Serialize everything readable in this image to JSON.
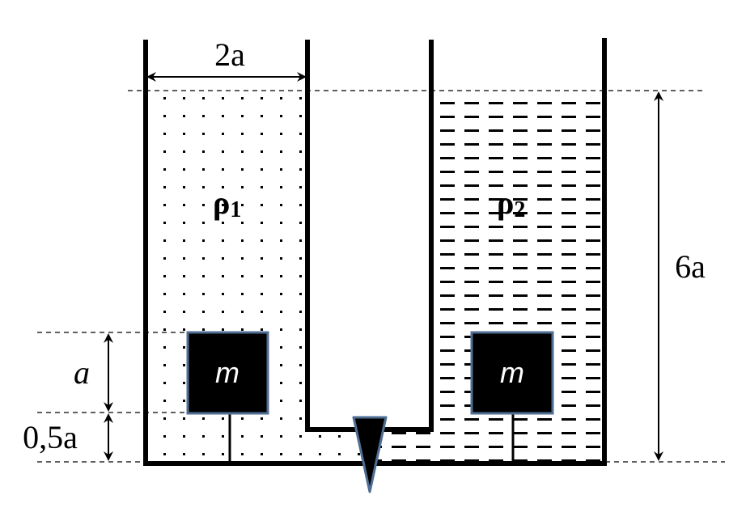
{
  "diagram": {
    "width_label": "2a",
    "height_label": "6a",
    "left_density_label": "ρ",
    "left_density_sub": "1",
    "right_density_label": "ρ",
    "right_density_sub": "2",
    "left_mass_label": "m",
    "right_mass_label": "m",
    "block_height_label": "a",
    "gap_label": "0,5a"
  },
  "colors": {
    "outline": "#000000",
    "block_fill": "#000000",
    "block_border": "#4f6e93",
    "valve_border": "#4f6e93"
  }
}
